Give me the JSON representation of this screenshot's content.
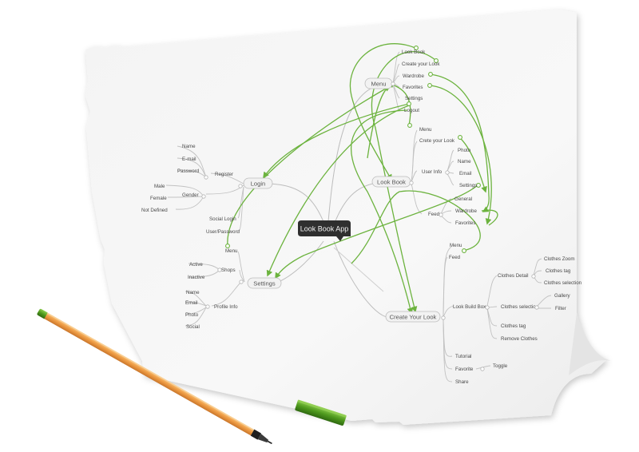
{
  "colors": {
    "paper": "#f6f6f6",
    "line": "#b7b7b7",
    "link": "#6cb33e",
    "center_bg": "#2f2f2f",
    "pen_body": "#f0a24a",
    "pen_cap": "#4f9a1e"
  },
  "center": {
    "label": "Look Book App"
  },
  "topics": {
    "login": "Login",
    "menu": "Menu",
    "lookbook": "Look Book",
    "settings": "Settings",
    "create": "Create Your Look"
  },
  "login": {
    "register": "Register",
    "name": "Name",
    "email": "E-mail",
    "password": "Password",
    "gender": "Gender",
    "male": "Male",
    "female": "Female",
    "not_defined": "Not Defined",
    "social_login": "Social Login",
    "user_password": "User/Password"
  },
  "menu": {
    "items": [
      "Look Book",
      "Create your Look",
      "Wardrobe",
      "Favorites",
      "Settings",
      "Logout"
    ]
  },
  "lookbook": {
    "menu": "Menu",
    "create": "Crete your Look",
    "user_info": "User Info",
    "photo": "Photo",
    "name": "Name",
    "email": "Email",
    "settings": "Settings",
    "feed": "Feed",
    "general": "General",
    "wardrobe": "Wardrobe",
    "favorites": "Favorites"
  },
  "settings": {
    "menu": "Menu",
    "shops": "Shops",
    "active": "Active",
    "inactive": "Inactive",
    "profile_info": "Profile Info",
    "name": "Name",
    "email": "Email",
    "photo": "Photo",
    "social": "Social"
  },
  "create": {
    "menu": "Menu",
    "feed": "Feed",
    "look_build_box": "Look Build Box",
    "clothes_detail": "Clothes Detail",
    "clothes_zoom": "Clothes Zoom",
    "clothes_tag": "Clothes tag",
    "clothes_selection": "Clothes selection",
    "clothes_selection2": "Clothes selection",
    "gallery": "Gallery",
    "filter": "Filter",
    "clothes_tag2": "Clothes tag",
    "remove_clothes": "Remove Clothes",
    "tutorial": "Tutorial",
    "favorite": "Favorite",
    "toggle": "Toggle",
    "share": "Share"
  }
}
